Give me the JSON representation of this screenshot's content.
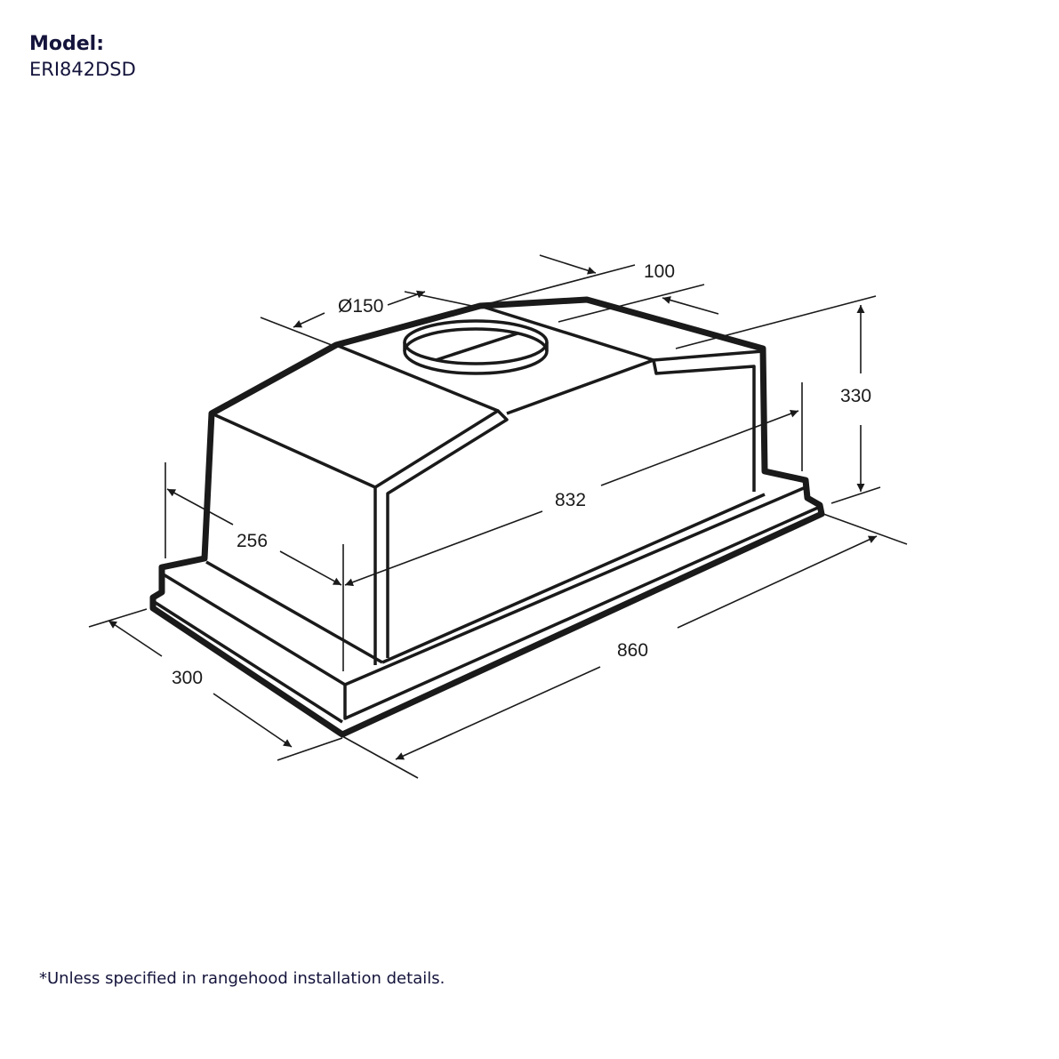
{
  "header": {
    "model_label": "Model:",
    "model_value": "ERI842DSD"
  },
  "dimensions": {
    "duct_diameter": "Ø150",
    "duct_offset": "100",
    "height": "330",
    "inner_width": "832",
    "inner_depth": "256",
    "width": "860",
    "depth": "300"
  },
  "footnote": "*Unless specified in rangehood installation details.",
  "colors": {
    "text": "#14143c",
    "line": "#1a1a1a"
  }
}
